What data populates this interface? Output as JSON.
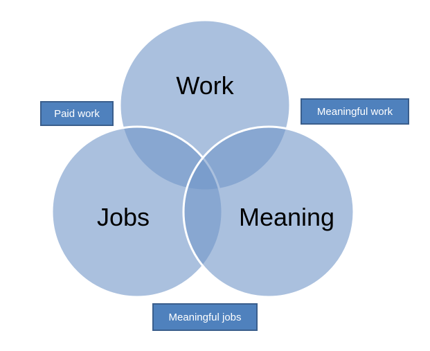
{
  "diagram": {
    "type": "venn",
    "fill_color": "#7196c8",
    "fill_opacity": 0.6,
    "stroke_color": "#ffffff",
    "circles": {
      "work": {
        "label": "Work"
      },
      "jobs": {
        "label": "Jobs"
      },
      "meaning": {
        "label": "Meaning"
      }
    },
    "callouts": {
      "paid_work": "Paid work",
      "meaningful_work": "Meaningful work",
      "meaningful_jobs": "Meaningful jobs"
    },
    "callout_bg": "#4f81bd"
  }
}
